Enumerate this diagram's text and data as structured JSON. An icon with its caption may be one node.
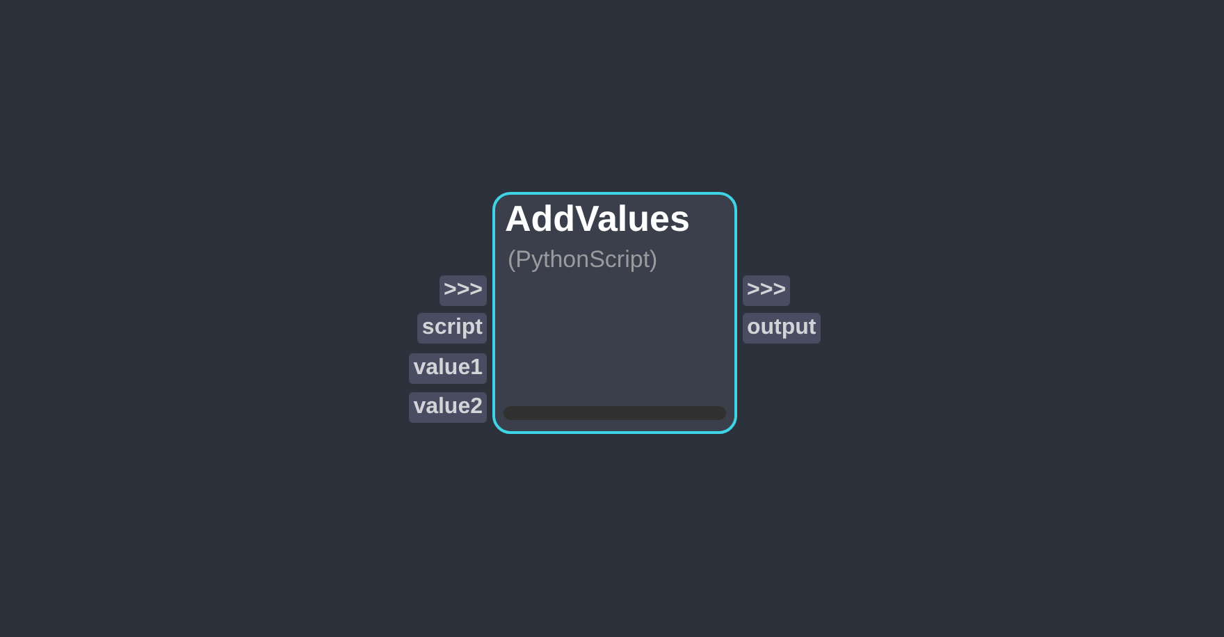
{
  "diagram": {
    "nodes": [
      {
        "text": [
          "AddValues",
          "(PythonScript)"
        ]
      },
      {
        "text": [
          ">>>"
        ]
      },
      {
        "text": [
          "script"
        ]
      },
      {
        "text": [
          "value1"
        ]
      },
      {
        "text": [
          "value2"
        ]
      },
      {
        "text": [
          ">>>"
        ]
      },
      {
        "text": [
          "output"
        ]
      }
    ]
  }
}
